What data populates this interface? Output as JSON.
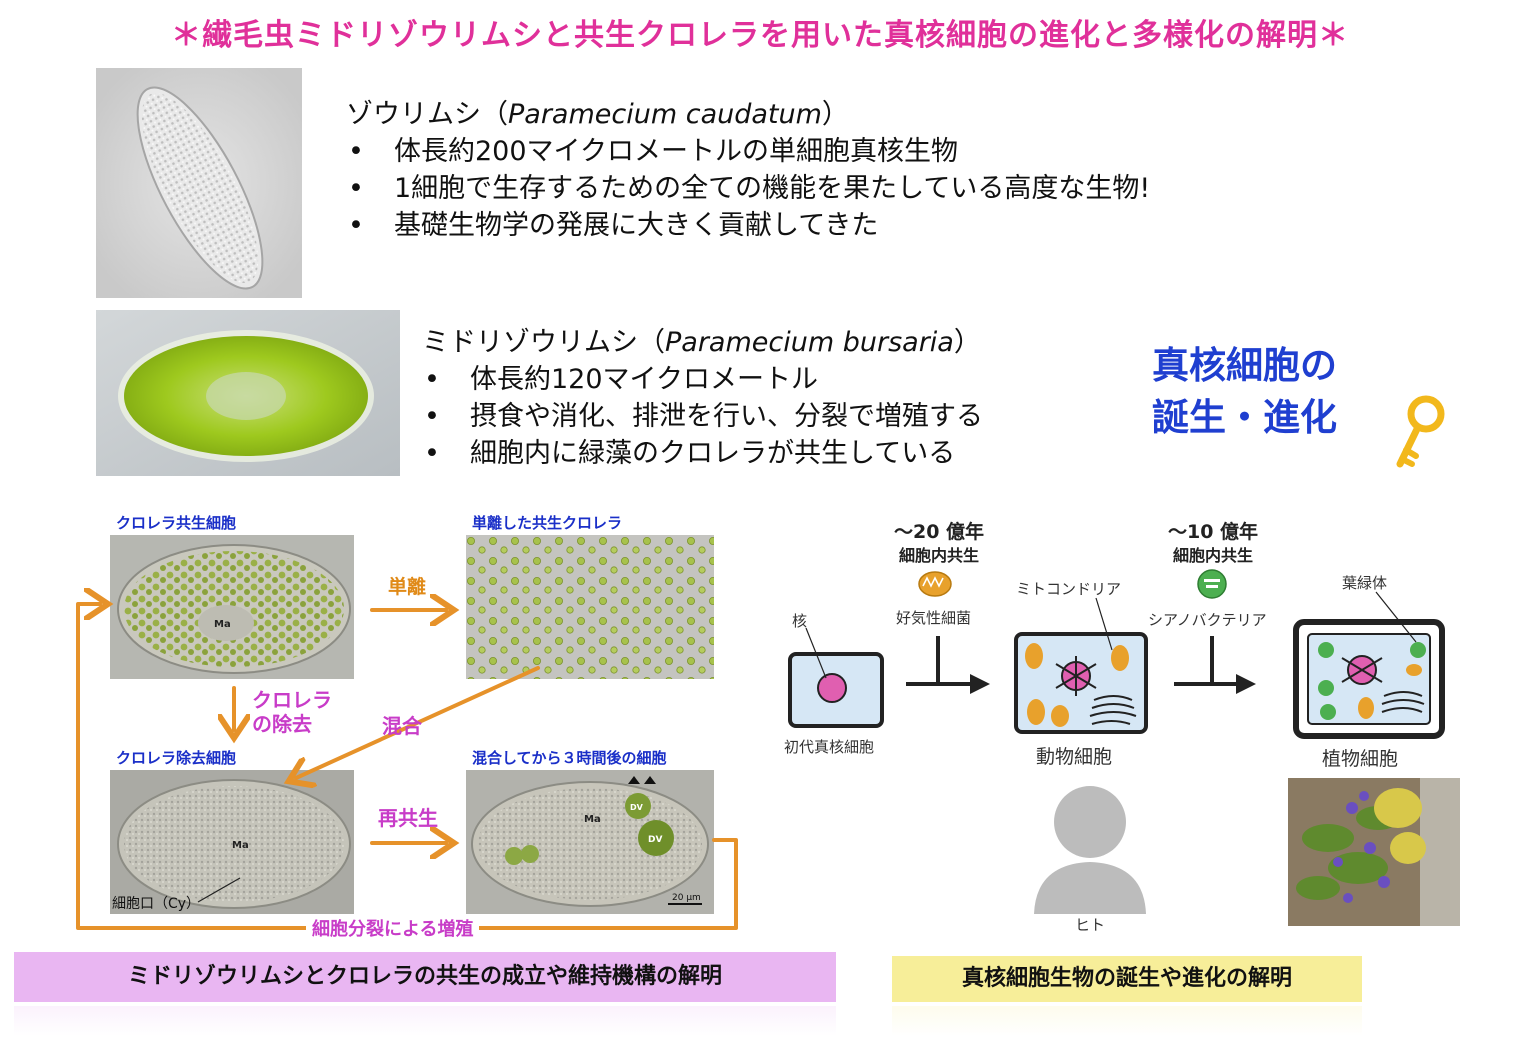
{
  "title": "＊繊毛虫ミドリゾウリムシと共生クロレラを用いた真核細胞の進化と多様化の解明＊",
  "p_caudatum": {
    "name_jp": "ゾウリムシ（",
    "name_sci": "Paramecium caudatum",
    "name_end": "）",
    "bullets": [
      "体長約200マイクロメートルの単細胞真核生物",
      "1細胞で生存するための全ての機能を果たしている高度な生物!",
      "基礎生物学の発展に大きく貢献してきた"
    ]
  },
  "p_bursaria": {
    "name_jp": "ミドリゾウリムシ（",
    "name_sci": "Paramecium bursaria",
    "name_end": "）",
    "bullets": [
      "体長約120マイクロメートル",
      "摂食や消化、排泄を行い、分裂で増殖する",
      "細胞内に緑藻のクロレラが共生している"
    ]
  },
  "key_heading": {
    "line1": "真核細胞の",
    "line2": "誕生・進化"
  },
  "cycle": {
    "panel_symbiotic": "クロレラ共生細胞",
    "panel_isolated": "単離した共生クロレラ",
    "panel_removed": "クロレラ除去細胞",
    "panel_mixed": "混合してから３時間後の細胞",
    "step_isolate": "単離",
    "step_remove_1": "クロレラ",
    "step_remove_2": "の除去",
    "step_mix": "混合",
    "step_resymbiosis": "再共生",
    "step_division": "細胞分裂による増殖",
    "label_ma": "Ma",
    "label_dv": "DV",
    "label_cy": "細胞口（Cy）",
    "scale": "20 µm"
  },
  "evolution": {
    "time1": "〜20 億年",
    "endo1": "細胞内共生",
    "time2": "〜10 億年",
    "endo2": "細胞内共生",
    "nucleus": "核",
    "aerobic": "好気性細菌",
    "cyano": "シアノバクテリア",
    "mito": "ミトコンドリア",
    "chloro": "葉緑体",
    "first_cell": "初代真核細胞",
    "animal_cell": "動物細胞",
    "plant_cell": "植物細胞",
    "human": "ヒト"
  },
  "banners": {
    "left": "ミドリゾウリムシとクロレラの共生の成立や維持機構の解明",
    "right": "真核細胞生物の誕生や進化の解明"
  },
  "colors": {
    "title": "#e0309a",
    "key": "#1f3fd0",
    "orange": "#e6922a",
    "magenta": "#c83cc8",
    "banner_left": "#e9b6f2",
    "banner_right": "#f7ee99"
  }
}
